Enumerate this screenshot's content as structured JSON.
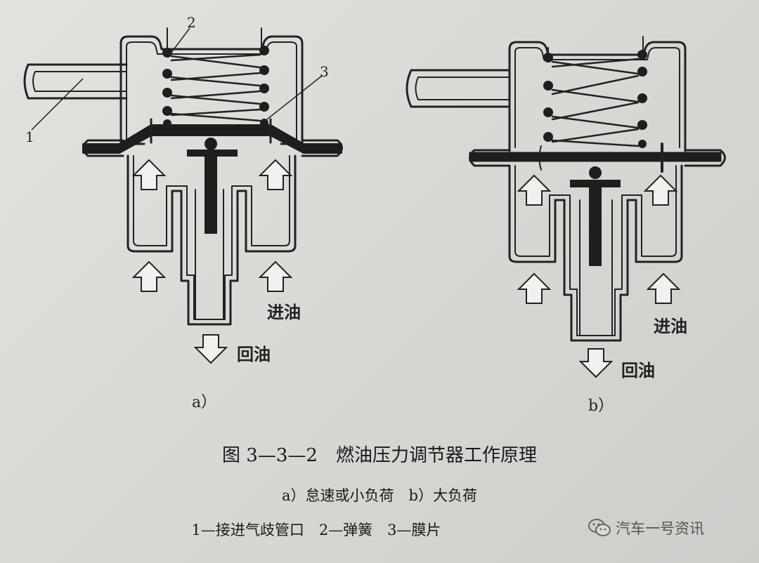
{
  "figure": {
    "caption_title": "图 3—3—2　燃油压力调节器工作原理",
    "caption_sub": "a）怠速或小负荷　b）大负荷",
    "caption_legend": "1—接进气歧管口　2—弹簧　3—膜片",
    "watermark": "汽车一号资讯",
    "watermark_icon": "wechat-icon"
  },
  "panel_a": {
    "label": "a）",
    "callouts": [
      "1",
      "2",
      "3"
    ],
    "inlet_label": "进油",
    "return_label": "回油"
  },
  "panel_b": {
    "label": "b）",
    "inlet_label": "进油",
    "return_label": "回油"
  }
}
